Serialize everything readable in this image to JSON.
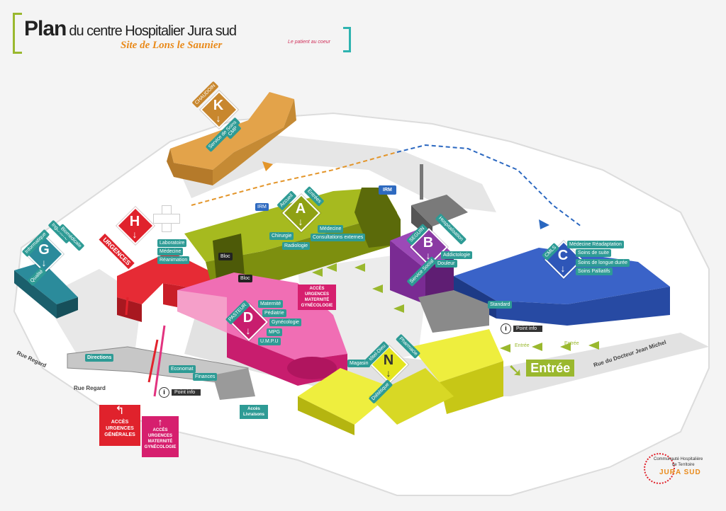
{
  "header": {
    "title_bold": "Plan",
    "title_rest": "du centre Hospitalier Jura sud",
    "subtitle": "Site de Lons le Saunier",
    "tagline": "Le patient au coeur"
  },
  "colors": {
    "teal": "#2e9b95",
    "green_building": "#8fa114",
    "red_building": "#e0222c",
    "pink_building": "#e2337f",
    "purple_building": "#8a3aa3",
    "blue_building": "#2e56b8",
    "yellow_building": "#e4e51e",
    "orange_building": "#d49332",
    "teal_building": "#1d6a78",
    "entree_green": "#9ab82e"
  },
  "buildings": {
    "K": {
      "letter": "K",
      "top": "CHAUDOIN",
      "left": "Service de Soins",
      "right": "CMP"
    },
    "G": {
      "letter": "G",
      "top": "Informatique",
      "side1": "Ingénierie",
      "side2": "Biomédicale",
      "bottom": "Qualité"
    },
    "H": {
      "letter": "H",
      "banner": "URGENCES"
    },
    "A": {
      "letter": "A",
      "top": "Accueil",
      "side": "Entrées"
    },
    "B": {
      "letter": "B",
      "top": "SEGUIN",
      "side": "Hospitalisation",
      "bottom": "Service Social"
    },
    "C": {
      "letter": "C",
      "top": "CMLS"
    },
    "D": {
      "letter": "D",
      "top": "PASTEUR"
    },
    "N": {
      "letter": "N",
      "top": "Hôtel-Dieu",
      "side": "Pharmacie",
      "bottom": "Diététique"
    }
  },
  "labels": {
    "irm_top": "IRM",
    "irm_arrow": "IRM",
    "chirurgie": "Chirurgie",
    "medecine_a": "Médecine",
    "consultations": "Consultations externes",
    "radiologie": "Radiologie",
    "laboratoire": "Laboratoire",
    "medecine_h": "Médecine",
    "reanimation": "Réanimation",
    "bloc1": "Bloc",
    "bloc2": "Bloc",
    "addictologie": "Addictologie",
    "douleur": "Douleur",
    "med_readapt": "Médecine Réadaptation",
    "soins_suite": "Soins de suite",
    "soins_longue": "Soins de longue durée",
    "soins_palliatifs": "Soins Palliatifs",
    "standard": "Standard",
    "maternite": "Maternité",
    "pediatrie": "Pédiatrie",
    "gynecologie": "Gynécologie",
    "mpg": "MPG",
    "umpu": "U.M.P.U",
    "magasin": "Magasin",
    "directions": "Directions",
    "economat": "Economat",
    "finances": "Finances",
    "point_info_1": "Point info",
    "point_info_2": "Point info",
    "entree_1": "Entrée",
    "entree_2": "Entrée",
    "entree_big": "Entrée",
    "acces_livraisons": "Accès Livraisons",
    "acces_mat_small": "ACCÈS URGENCES MATERNITÉ GYNÉCOLOGIE"
  },
  "roads": {
    "regard_1": "Rue Regard",
    "regard_2": "Rue Regard",
    "jean_michel": "Rue du Docteur Jean Michel"
  },
  "signs": {
    "urgences_generales": "ACCÈS URGENCES GÉNÉRALES",
    "urgences_maternite": "ACCÈS URGENCES MATERNITÉ GYNÉCOLOGIE"
  },
  "logo": {
    "line1": "Communauté Hospitalière",
    "line2": "de Territoire",
    "line3": "JURA SUD"
  }
}
